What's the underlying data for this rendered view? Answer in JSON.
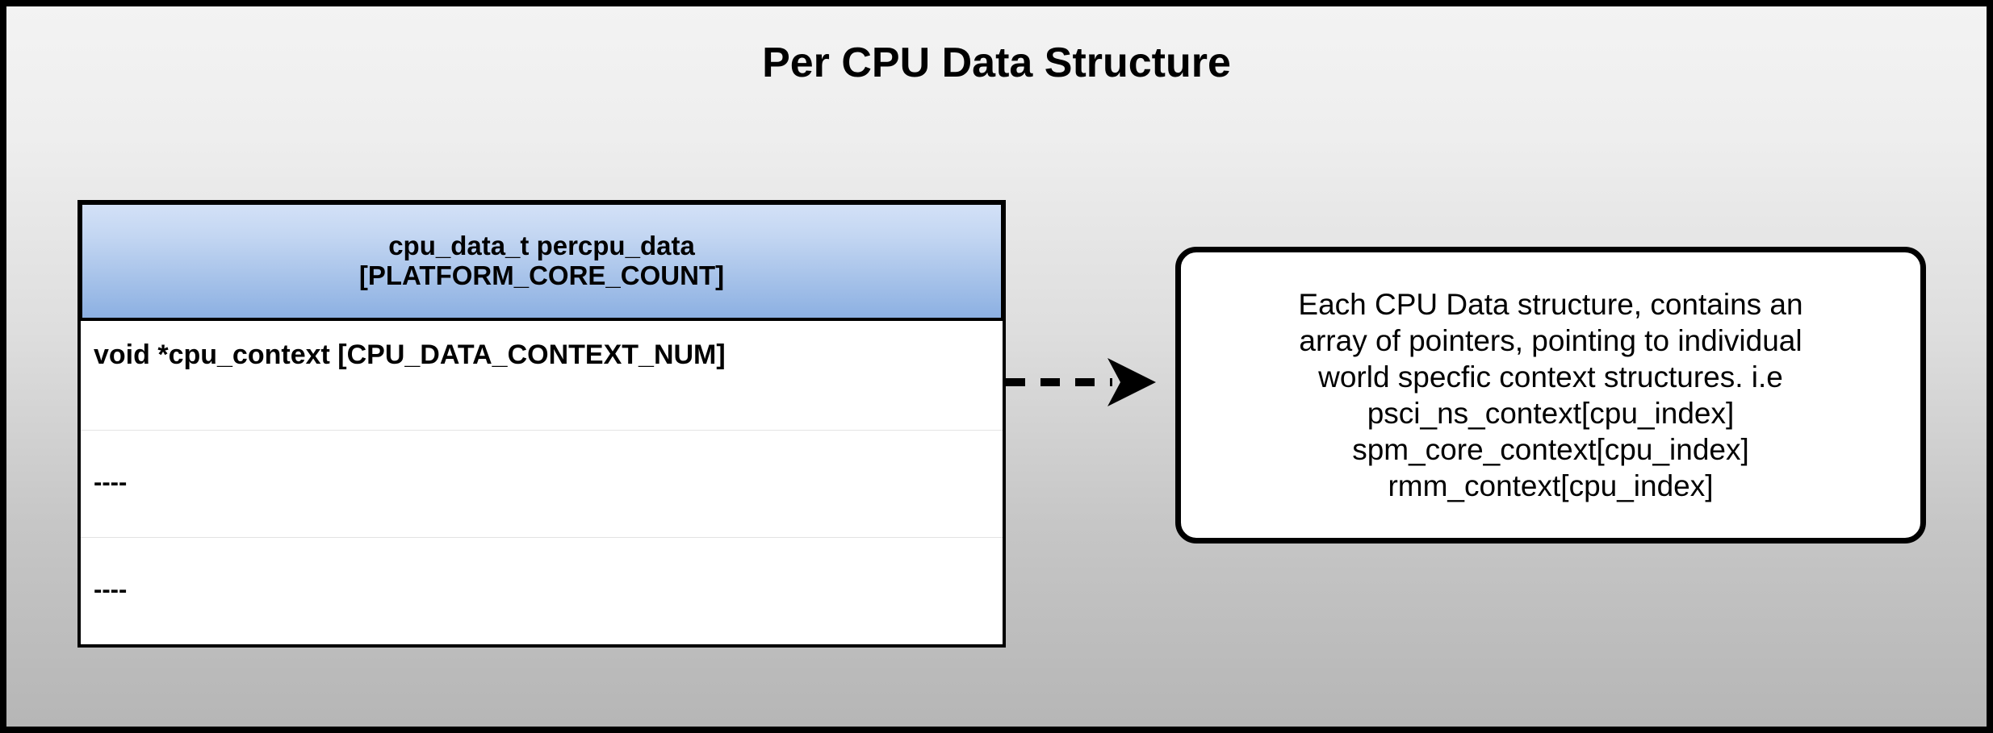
{
  "diagram": {
    "title": "Per CPU Data Structure",
    "background_top_color": "#f3f3f3",
    "background_bottom_color": "#b6b6b6",
    "frame_color": "#000000"
  },
  "struct_table": {
    "header": {
      "line1": "cpu_data_t percpu_data",
      "line2": "[PLATFORM_CORE_COUNT]",
      "gradient_top_color": "#d3e1f7",
      "gradient_bottom_color": "#8cb0e2"
    },
    "rows": [
      {
        "label": "void *cpu_context [CPU_DATA_CONTEXT_NUM]"
      },
      {
        "label": "----"
      },
      {
        "label": "----"
      }
    ]
  },
  "connector": {
    "style": "dashed-arrow",
    "direction": "right",
    "color": "#000000"
  },
  "callout": {
    "lines": [
      "Each CPU Data structure, contains an",
      "array of pointers, pointing to individual",
      "world specfic context structures. i.e",
      "psci_ns_context[cpu_index]",
      "spm_core_context[cpu_index]",
      "rmm_context[cpu_index]"
    ],
    "border_color": "#000000",
    "background_color": "#ffffff"
  }
}
